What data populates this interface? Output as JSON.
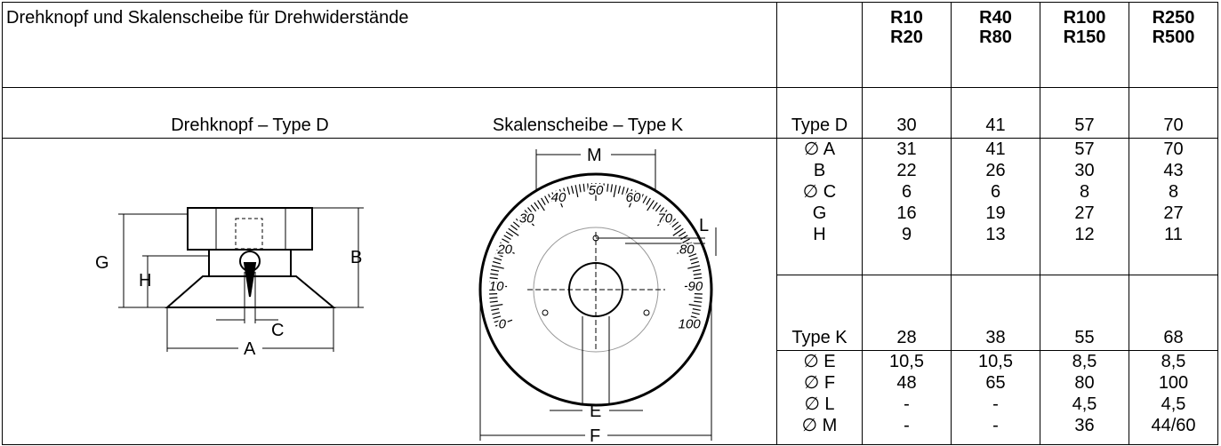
{
  "title": "Drehknopf und Skalenscheibe für Drehwiderstände",
  "header_cols": [
    {
      "line1": "R10",
      "line2": "R20"
    },
    {
      "line1": "R40",
      "line2": "R80"
    },
    {
      "line1": "R100",
      "line2": "R150"
    },
    {
      "line1": "R250",
      "line2": "R500"
    }
  ],
  "captions": {
    "knob": "Drehknopf – Type D",
    "dial": "Skalenscheibe – Type K"
  },
  "type_d": {
    "label": "Type D",
    "values": [
      "30",
      "41",
      "57",
      "70"
    ]
  },
  "type_d_rows": [
    {
      "label": "∅ A",
      "values": [
        "31",
        "41",
        "57",
        "70"
      ]
    },
    {
      "label": "B",
      "values": [
        "22",
        "26",
        "30",
        "43"
      ]
    },
    {
      "label": "∅ C",
      "values": [
        "6",
        "6",
        "8",
        "8"
      ]
    },
    {
      "label": "G",
      "values": [
        "16",
        "19",
        "27",
        "27"
      ]
    },
    {
      "label": "H",
      "values": [
        "9",
        "13",
        "12",
        "11"
      ]
    }
  ],
  "type_k": {
    "label": "Type K",
    "values": [
      "28",
      "38",
      "55",
      "68"
    ]
  },
  "type_k_rows": [
    {
      "label": "∅ E",
      "values": [
        "10,5",
        "10,5",
        "8,5",
        "8,5"
      ]
    },
    {
      "label": "∅ F",
      "values": [
        "48",
        "65",
        "80",
        "100"
      ]
    },
    {
      "label": "∅ L",
      "values": [
        "-",
        "-",
        "4,5",
        "4,5"
      ]
    },
    {
      "label": "∅ M",
      "values": [
        "-",
        "-",
        "36",
        "44/60"
      ]
    }
  ],
  "knob_labels": {
    "a": "A",
    "b": "B",
    "c": "C",
    "g": "G",
    "h": "H"
  },
  "dial_labels": {
    "m": "M",
    "l": "L",
    "e": "E",
    "f": "F"
  },
  "dial_numbers": [
    "0",
    "10",
    "20",
    "30",
    "40",
    "50",
    "60",
    "70",
    "80",
    "90",
    "100"
  ]
}
